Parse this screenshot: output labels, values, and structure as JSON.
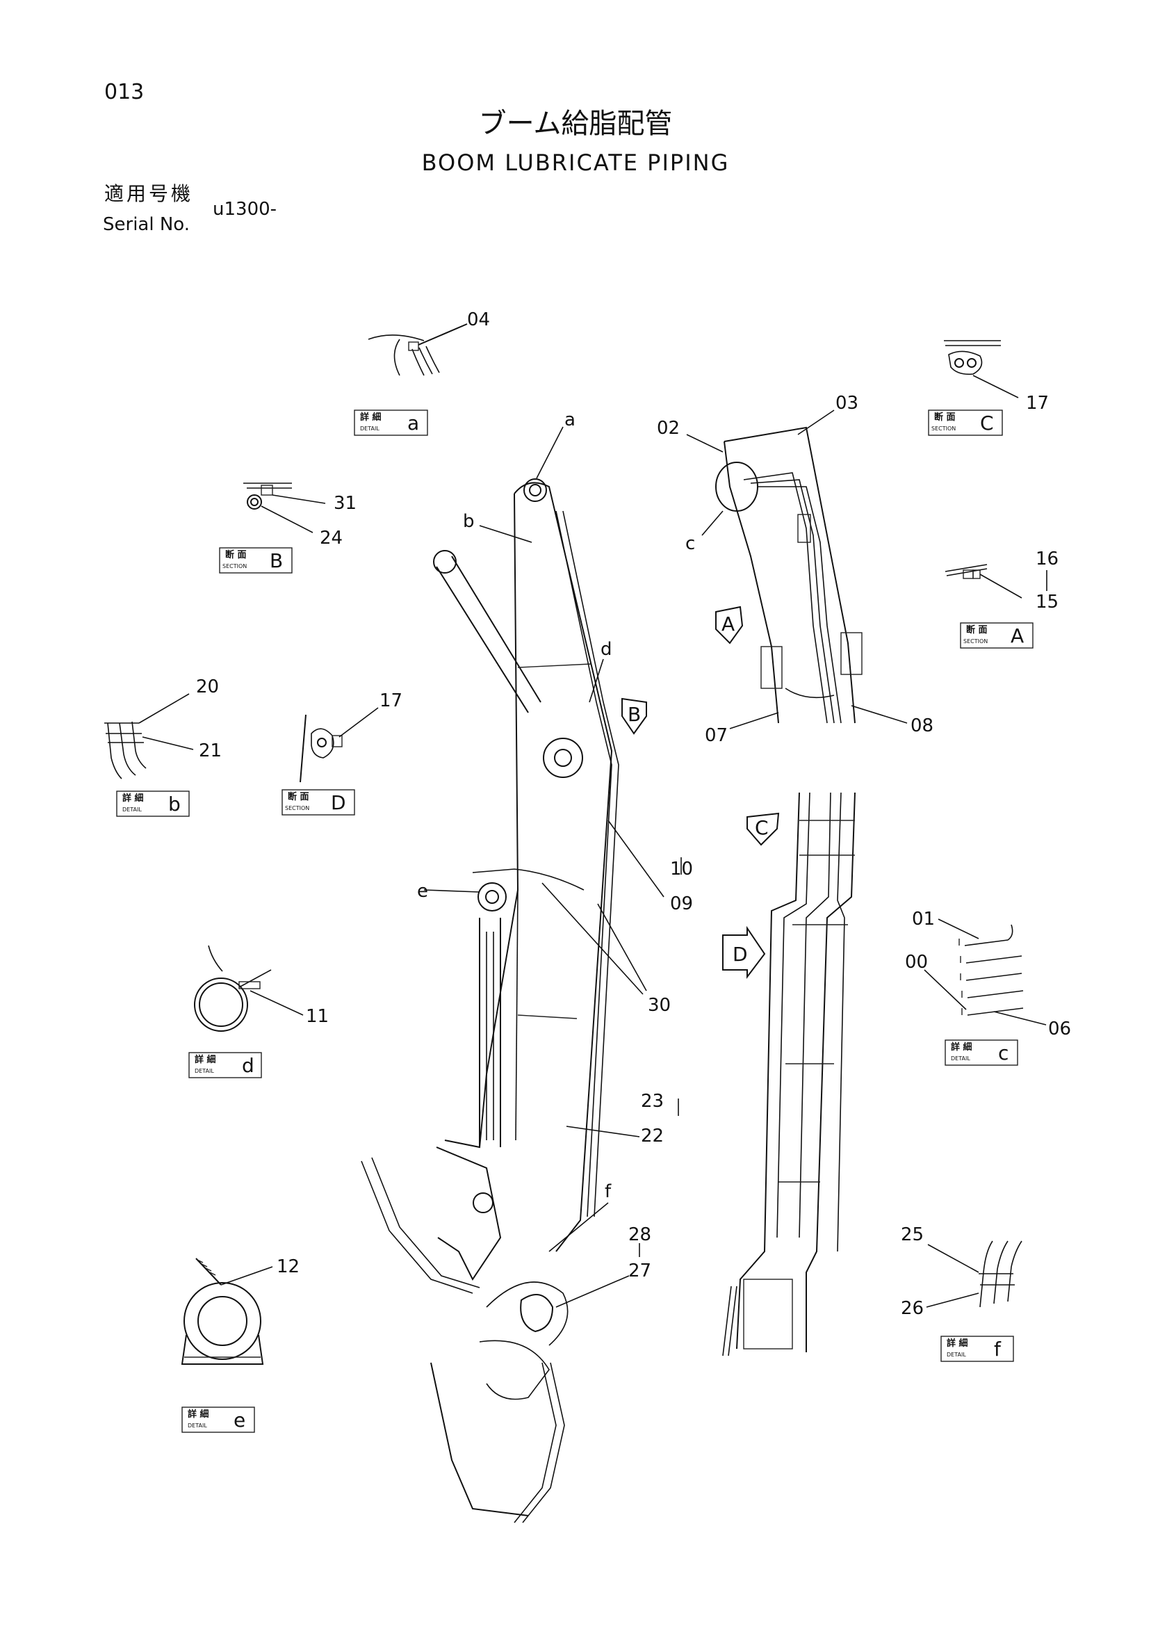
{
  "page_number": "013",
  "title_jp": "ブーム給脂配管",
  "title_en": "BOOM LUBRICATE PIPING",
  "serial_label_jp": "適用号機",
  "serial_label_en": "Serial No.",
  "serial_value": "u1300-",
  "detail_kanji": "詳 細",
  "detail_en": "DETAIL",
  "section_kanji": "断 面",
  "section_en": "SECTION",
  "views": {
    "a": "a",
    "b": "b",
    "c": "c",
    "d": "d",
    "e": "e",
    "f": "f",
    "A": "A",
    "B": "B",
    "C": "C",
    "D": "D"
  },
  "parts": {
    "p00": "00",
    "p01": "01",
    "p02": "02",
    "p03": "03",
    "p04": "04",
    "p06": "06",
    "p07": "07",
    "p08": "08",
    "p09": "09",
    "p10": "10",
    "p11": "11",
    "p12": "12",
    "p15": "15",
    "p16": "16",
    "p17": "17",
    "p20": "20",
    "p21": "21",
    "p22": "22",
    "p23": "23",
    "p24": "24",
    "p25": "25",
    "p26": "26",
    "p27": "27",
    "p28": "28",
    "p30": "30",
    "p31": "31"
  }
}
